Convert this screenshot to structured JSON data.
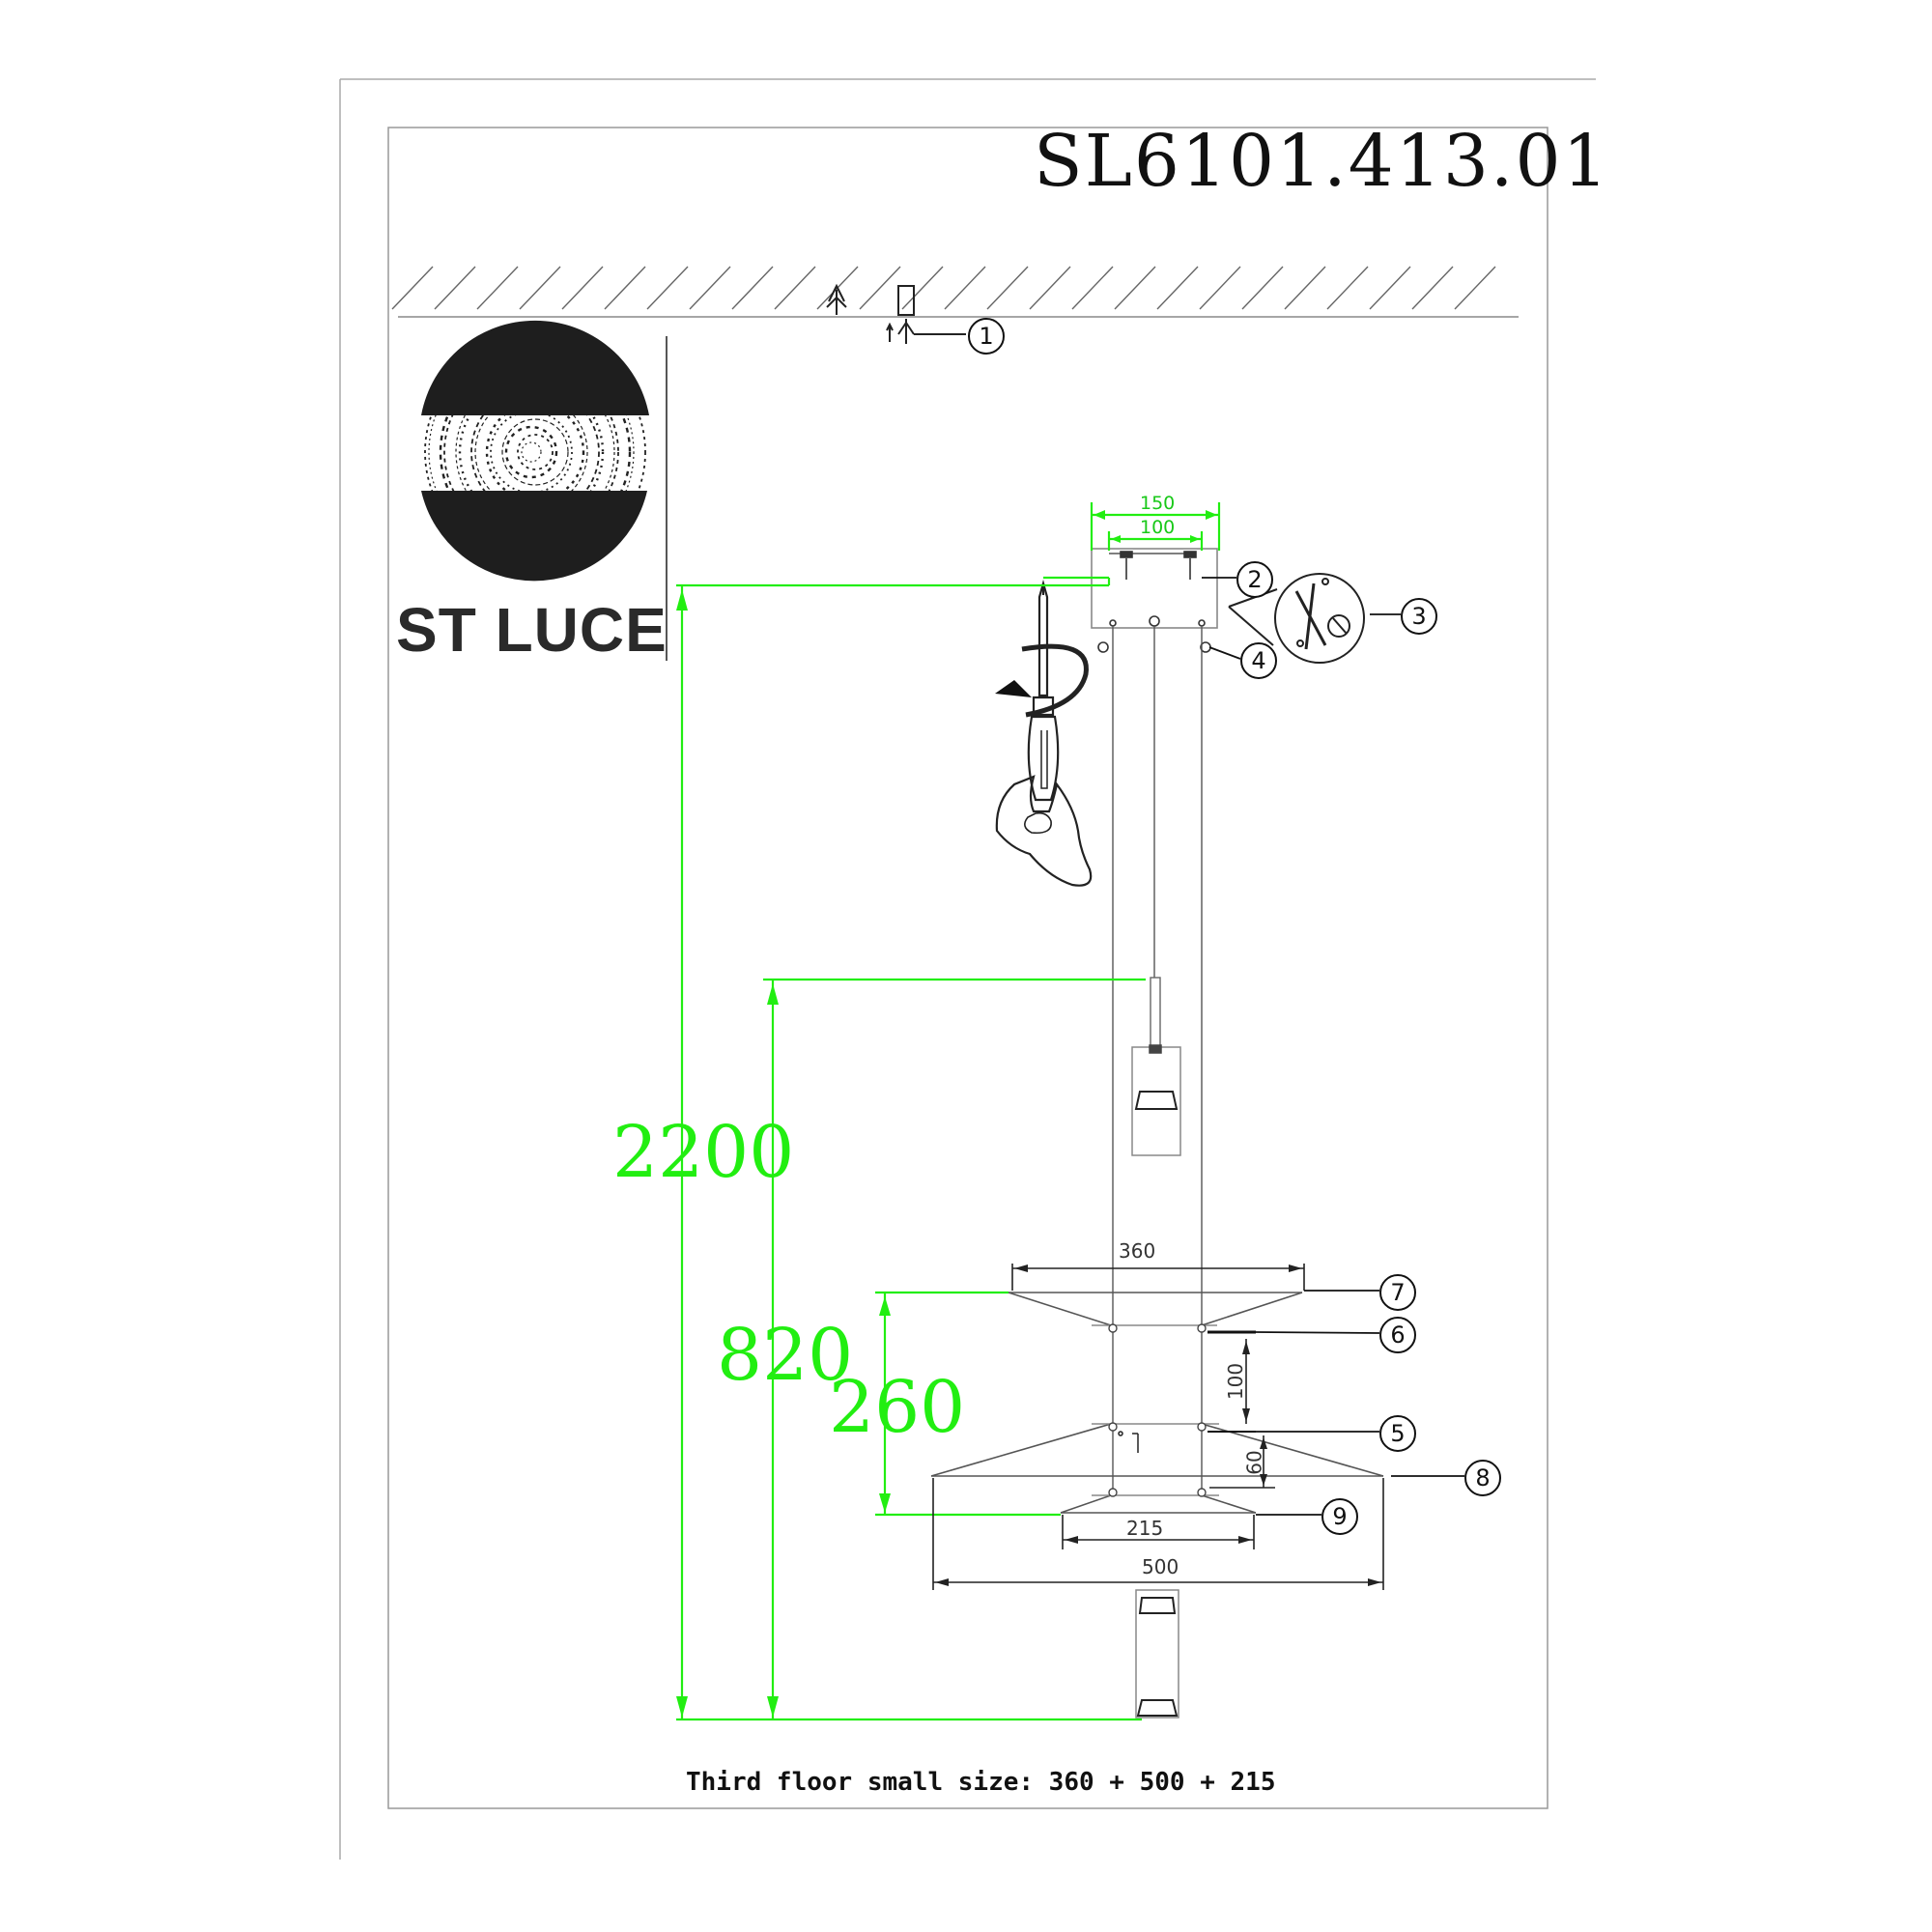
{
  "document": {
    "model_number": "SL6101.413.01",
    "brand": "ST LUCE",
    "caption": "Third floor small size: 360 + 500 + 215"
  },
  "dimensions": {
    "overall_height": "2200",
    "pendant_height": "820",
    "shade_stack_height": "260",
    "canopy_width": "150",
    "canopy_mount_spacing": "100",
    "top_shade_diameter": "360",
    "middle_shade_diameter": "500",
    "bottom_shade_diameter": "215",
    "shade_gap_upper": "100",
    "shade_gap_lower": "60"
  },
  "callouts": [
    "1",
    "2",
    "3",
    "4",
    "5",
    "6",
    "7",
    "8",
    "9"
  ],
  "colors": {
    "dimension_green": "#22ee11",
    "line_dark": "#111111",
    "line_gray": "#555555"
  }
}
